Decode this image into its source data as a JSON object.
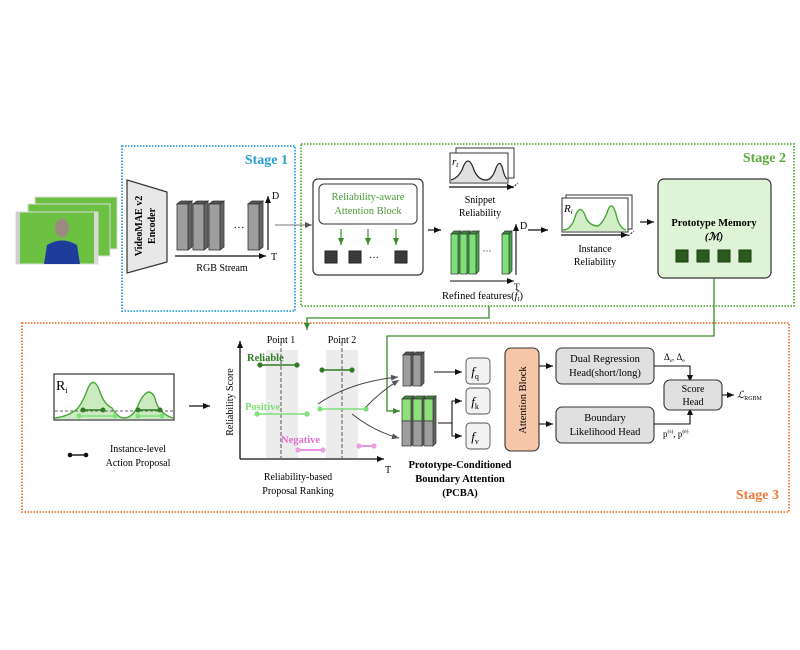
{
  "stage1": {
    "title": "Stage 1",
    "encoder_line1": "VideoMAE v2",
    "encoder_line2": "Encoder",
    "stream_label": "RGB Stream",
    "axis_d": "D",
    "axis_t": "T",
    "ellipsis": "···"
  },
  "stage2": {
    "title": "Stage 2",
    "rab_line1": "Reliability-aware",
    "rab_line2": "Attention Block",
    "rab_ellipsis": "···",
    "snippet_symbol": "r",
    "snippet_symbol_sub": "t",
    "snippet_line1": "Snippet",
    "snippet_line2": "Reliability",
    "refined_label": "Refined features(",
    "refined_symbol": "f̃",
    "refined_symbol_sub": "t",
    "refined_close": ")",
    "refined_ellipsis": "···",
    "axis_d": "D",
    "axis_t": "T",
    "instance_symbol": "R",
    "instance_symbol_sub": "i",
    "instance_line1": "Instance",
    "instance_line2": "Reliability",
    "memory_line1": "Prototype Memory",
    "memory_line2": "(ℳ)"
  },
  "stage3": {
    "title": "Stage 3",
    "ri_symbol": "R",
    "ri_sub": "i",
    "legend_line1": "Instance-level",
    "legend_line2": "Action Proposal",
    "ranking": {
      "ylabel": "Reliability Score",
      "xlabel": "T",
      "point1": "Point 1",
      "point2": "Point 2",
      "reliable": "Reliable",
      "positive": "Positive",
      "negative": "Negative",
      "caption_line1": "Reliability-based",
      "caption_line2": "Proposal Ranking"
    },
    "pcba": {
      "fq": "f",
      "fq_sub": "q",
      "fk": "f",
      "fk_sub": "k",
      "fv": "f",
      "fv_sub": "v",
      "caption_line1": "Prototype-Conditioned",
      "caption_line2": "Boundary Attention",
      "caption_line3": "(PCBA)"
    },
    "attention_block": "Attention Block",
    "dual_reg_line1": "Dual Regression",
    "dual_reg_line2": "Head(short/long)",
    "boundary_line1": "Boundary",
    "boundary_line2": "Likelihood Head",
    "score_line1": "Score",
    "score_line2": "Head",
    "delta_label": "Δ",
    "delta_sub_s": "s",
    "delta_sub_e": "e",
    "p_label": "p",
    "p_sup_s": "(s)",
    "p_sup_e": "(e)",
    "loss_symbol": "ℒ",
    "loss_sub": "RGBM"
  },
  "colors": {
    "stage1": "#2a9fd6",
    "stage2": "#5aab3c",
    "stage3": "#f07a3a",
    "dark_green": "#2e7d22",
    "light_green": "#7ee07a",
    "pink": "#e070d0",
    "attention_fill": "#f6c6a8",
    "memory_fill": "#dff3d6"
  }
}
